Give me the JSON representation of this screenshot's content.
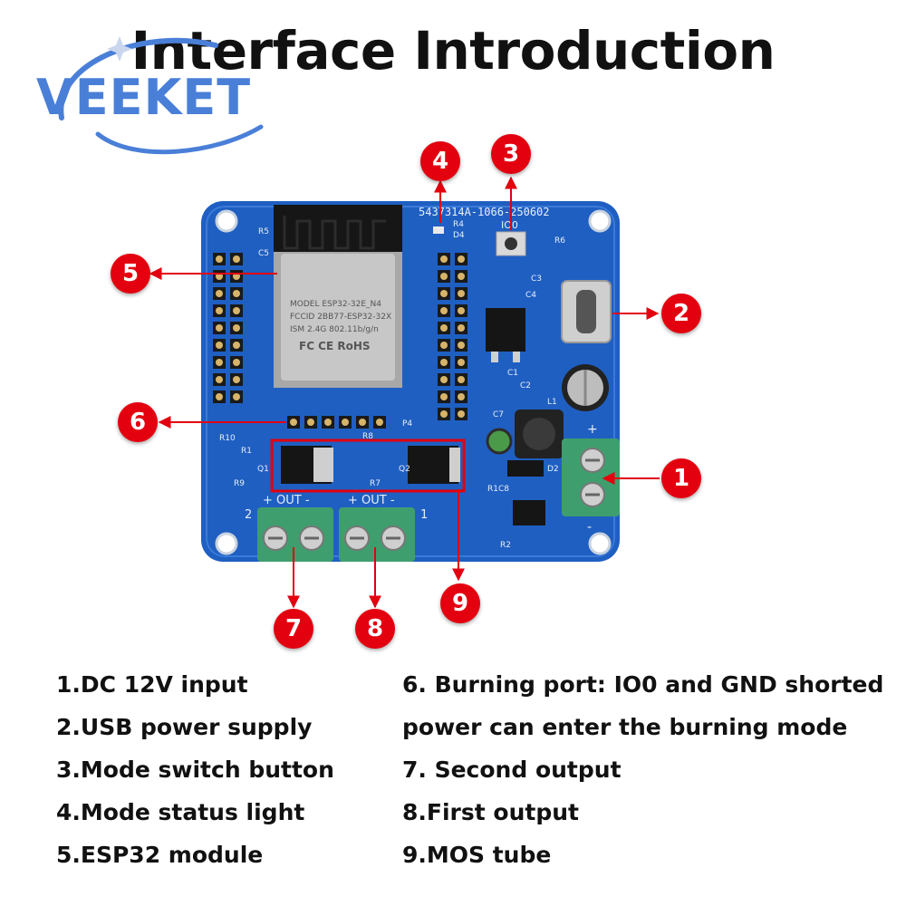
{
  "title": "Interface Introduction",
  "logo": {
    "text": "VEEKET"
  },
  "colors": {
    "board": "#1f5fc2",
    "callout": "#e3000f",
    "terminal": "#3f9e6e",
    "logo": "#4a7fd8"
  },
  "callouts": [
    "1",
    "2",
    "3",
    "4",
    "5",
    "6",
    "7",
    "8",
    "9"
  ],
  "board": {
    "serial": "5437314A-1066-250602",
    "module": {
      "lines": [
        "MODEL ESP32-32E_N4",
        "FCCID 2BB77-ESP32-32X",
        "ISM 2.4G 802.11b/g/n"
      ],
      "marks": "FC CE RoHS"
    },
    "labels": {
      "io0": "IO0",
      "r5": "R5",
      "c5": "C5",
      "r4": "R4",
      "d4": "D4",
      "r6": "R6",
      "c3": "C3",
      "c4": "C4",
      "c1": "C1",
      "c2": "C2",
      "l1": "L1",
      "c7": "C7",
      "p4": "P4",
      "r10": "R10",
      "r1": "R1",
      "r9": "R9",
      "q1": "Q1",
      "r8": "R8",
      "q2": "Q2",
      "r7": "R7",
      "d2": "D2",
      "r1c8": "R1C8",
      "r2": "R2",
      "plus": "+",
      "minus": "-",
      "out2": "+ OUT -",
      "out1": "+ OUT -",
      "num2": "2",
      "num1": "1"
    }
  },
  "legend": {
    "left": [
      "1.DC 12V input",
      "2.USB power supply",
      "3.Mode switch button",
      "4.Mode status light",
      "5.ESP32 module"
    ],
    "right": [
      "6. Burning port: IO0 and GND shorted",
      "power can enter the burning mode",
      "7. Second output",
      "8.First output",
      "9.MOS tube"
    ]
  }
}
